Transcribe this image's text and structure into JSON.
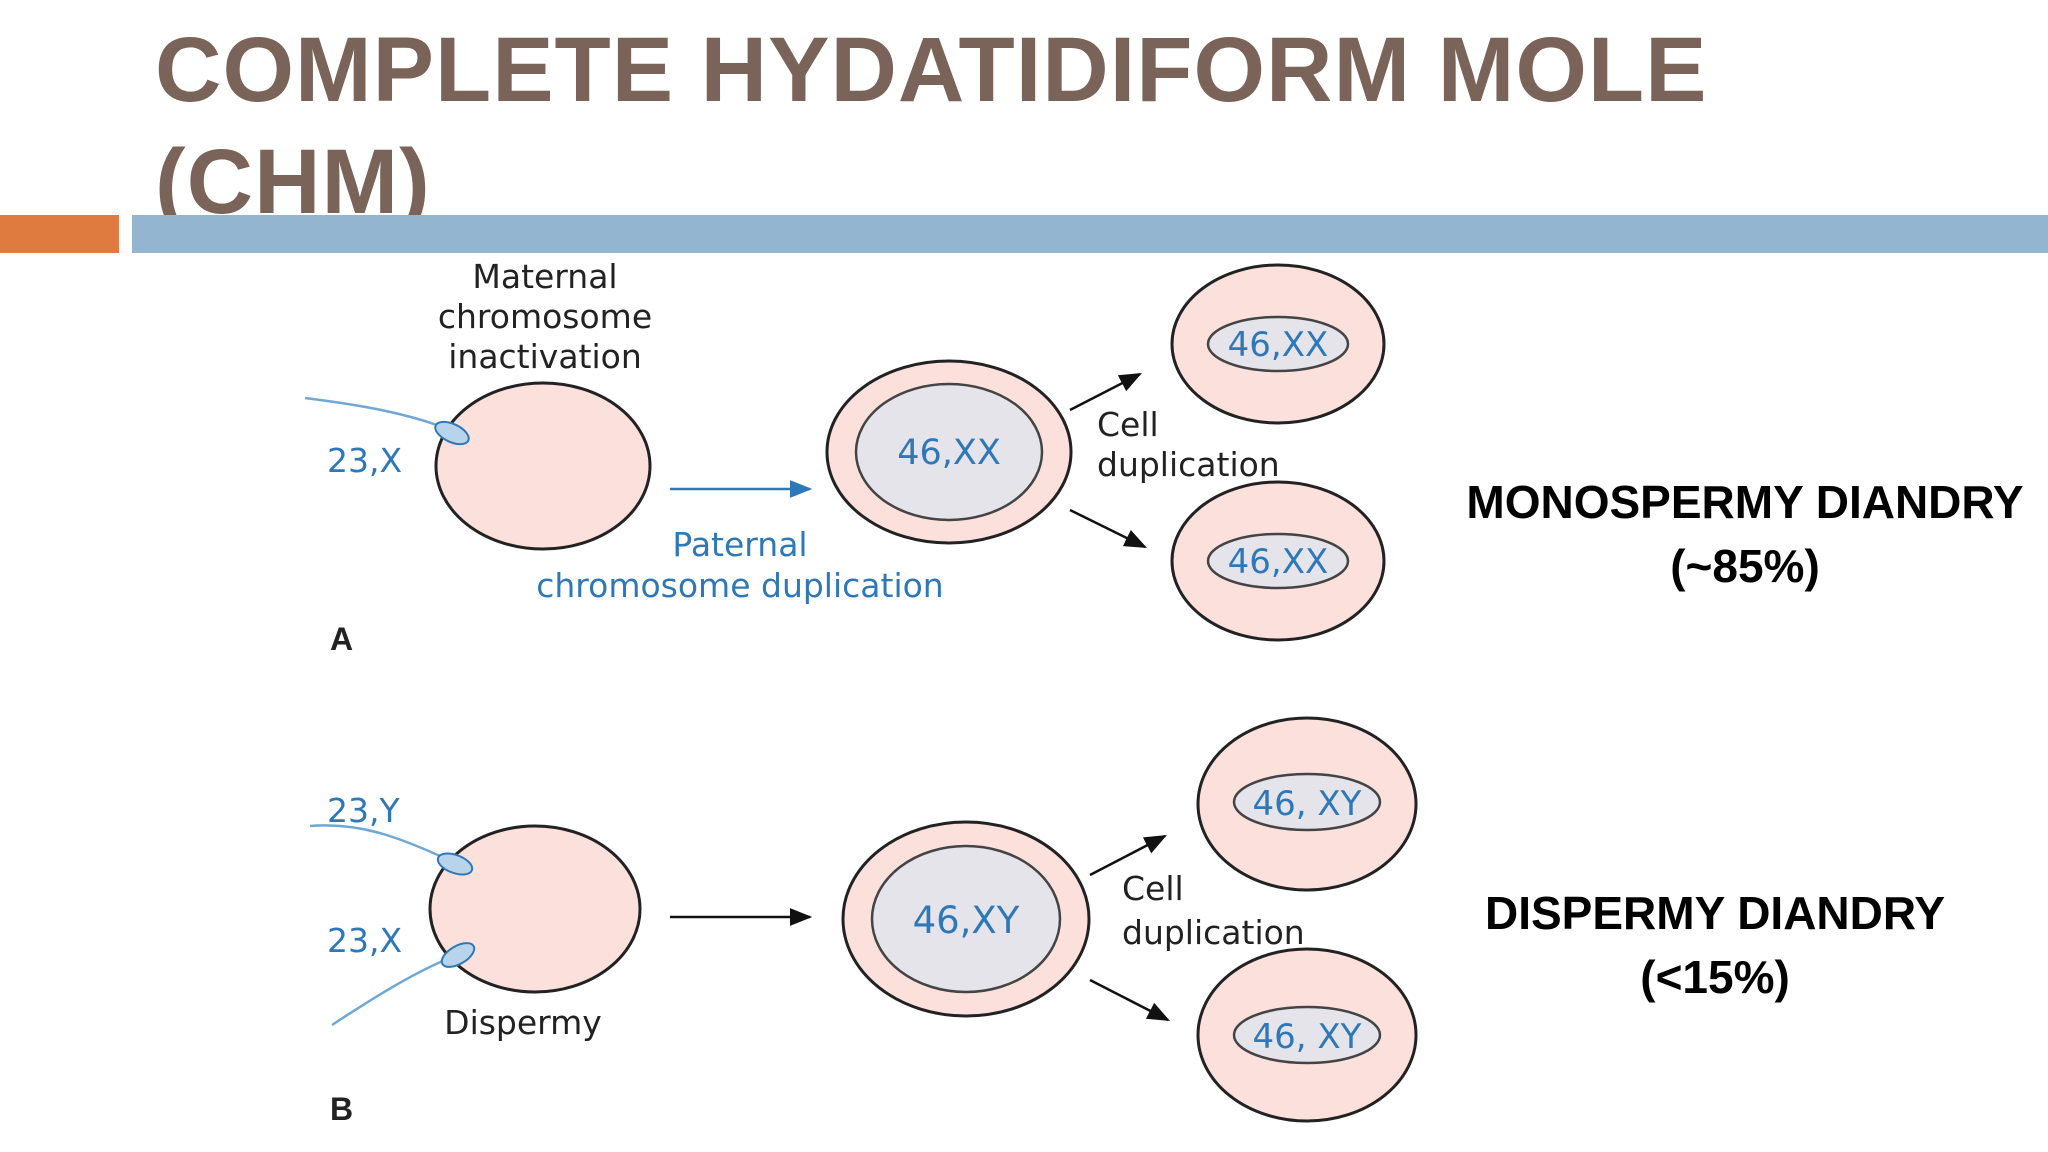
{
  "slide": {
    "title_line1": "COMPLETE HYDATIDIFORM MOLE",
    "title_line2": "(CHM)"
  },
  "colors": {
    "title": "#7a6358",
    "accent_bar": "#e07b3f",
    "rule_bar": "#93b5d0",
    "cell_fill": "#fbe0dc",
    "nucleus_fill": "#e4e4ea",
    "blue_text": "#2f78b7"
  },
  "diagram": {
    "panel_a": {
      "top_label_line1": "Maternal",
      "top_label_line2": "chromosome",
      "top_label_line3": "inactivation",
      "sperm_label": "23,X",
      "arrow_label_line1": "Paternal",
      "arrow_label_line2": "chromosome duplication",
      "zygote_karyotype": "46,XX",
      "split_label_line1": "Cell",
      "split_label_line2": "duplication",
      "daughter_top_karyotype": "46,XX",
      "daughter_bottom_karyotype": "46,XX",
      "panel_letter": "A"
    },
    "panel_b": {
      "sperm_top_label": "23,Y",
      "sperm_bottom_label": "23,X",
      "egg_label": "Dispermy",
      "zygote_karyotype": "46,XY",
      "split_label_line1": "Cell",
      "split_label_line2": "duplication",
      "daughter_top_karyotype": "46, XY",
      "daughter_bottom_karyotype": "46, XY",
      "panel_letter": "B"
    }
  },
  "side_labels": {
    "a_line1": "MONOSPERMY DIANDRY",
    "a_line2": "(~85%)",
    "b_line1": "DISPERMY DIANDRY",
    "b_line2": "(<15%)"
  }
}
